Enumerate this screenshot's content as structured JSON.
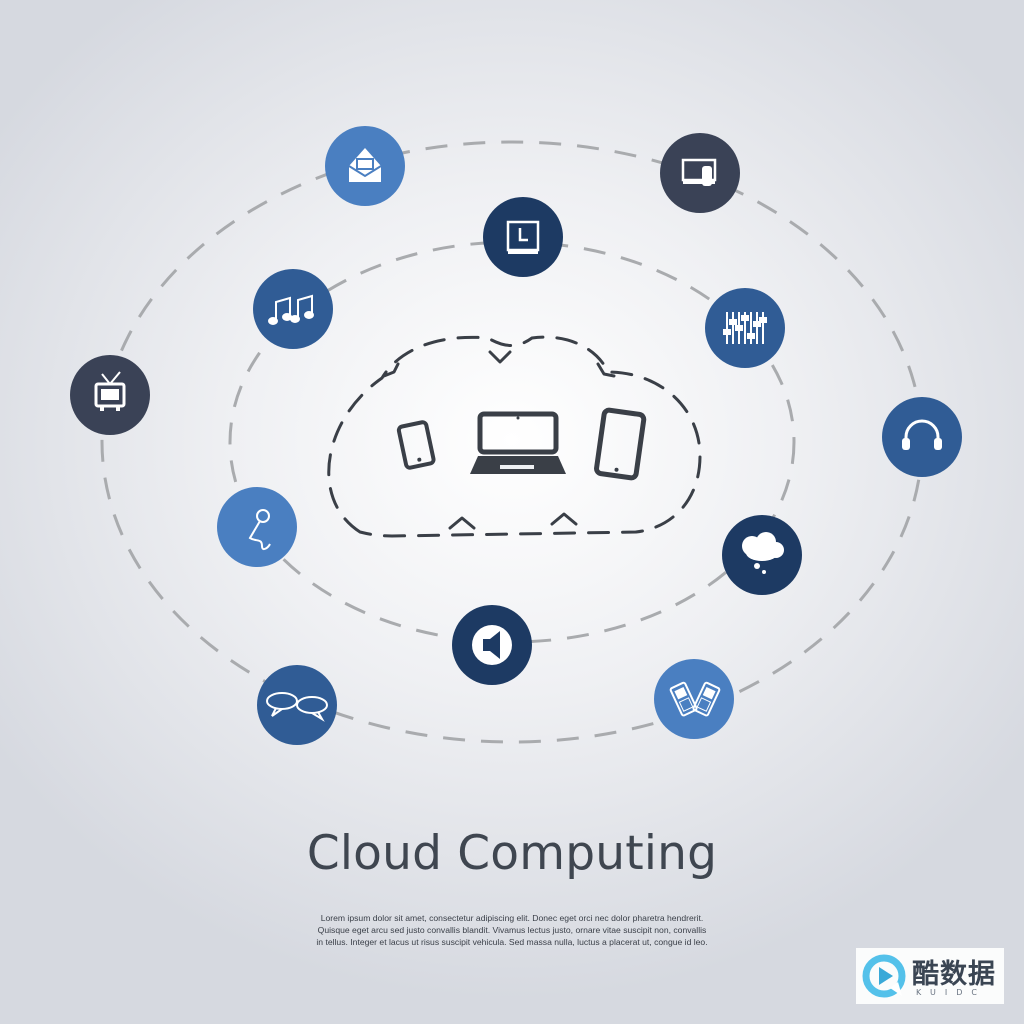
{
  "title": "Cloud Computing",
  "body_lines": [
    "Lorem ipsum dolor sit amet, consectetur adipiscing elit. Donec eget orci nec dolor pharetra hendrerit.",
    "Quisque eget arcu sed justo convallis blandit. Vivamus lectus justo, ornare vitae suscipit non, convallis",
    "in tellus. Integer et lacus ut risus suscipit vehicula. Sed massa nulla, luctus a placerat ut, congue id leo."
  ],
  "watermark": {
    "text_cn": "酷数据",
    "text_en": "KUIDC"
  },
  "colors": {
    "light_blue": "#4a7fc1",
    "mid_blue": "#305c95",
    "navy": "#1d3a63",
    "slate": "#3a4256",
    "dash": "#a9abae",
    "device": "#3a3f47"
  },
  "devices": [
    "smartphone-icon",
    "laptop-icon",
    "tablet-icon"
  ],
  "nodes": [
    {
      "icon": "envelope-icon",
      "color": "light_blue"
    },
    {
      "icon": "projector-icon",
      "color": "slate"
    },
    {
      "icon": "clock-icon",
      "color": "navy"
    },
    {
      "icon": "music-notes-icon",
      "color": "mid_blue"
    },
    {
      "icon": "equalizer-icon",
      "color": "mid_blue"
    },
    {
      "icon": "tv-icon",
      "color": "slate"
    },
    {
      "icon": "headphones-icon",
      "color": "mid_blue"
    },
    {
      "icon": "microphone-icon",
      "color": "light_blue"
    },
    {
      "icon": "thought-bubble-icon",
      "color": "navy"
    },
    {
      "icon": "speaker-icon",
      "color": "navy"
    },
    {
      "icon": "chat-bubbles-icon",
      "color": "mid_blue"
    },
    {
      "icon": "mobile-phones-icon",
      "color": "light_blue"
    }
  ]
}
